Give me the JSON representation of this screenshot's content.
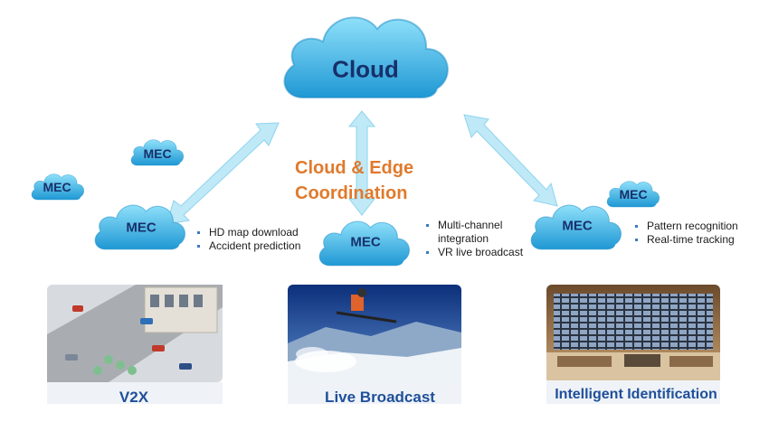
{
  "center": {
    "cloud_label": "Cloud",
    "coordination_title_line1": "Cloud & Edge",
    "coordination_title_line2": "Coordination"
  },
  "mec_label": "MEC",
  "scenarios": [
    {
      "name": "V2X",
      "bullets": [
        "HD map download",
        "Accident prediction"
      ]
    },
    {
      "name": "Live Broadcast",
      "bullets": [
        "Multi-channel",
        "integration",
        "VR live broadcast"
      ]
    },
    {
      "name": "Intelligent Identification",
      "bullets": [
        "Pattern recognition",
        "Real-time tracking"
      ]
    }
  ],
  "colors": {
    "cloud_light": "#7fd6f5",
    "cloud_dark": "#2aa3dc",
    "arrow": "#bfe9f7",
    "label_blue": "#17306a",
    "title_orange": "#e07a2c"
  }
}
